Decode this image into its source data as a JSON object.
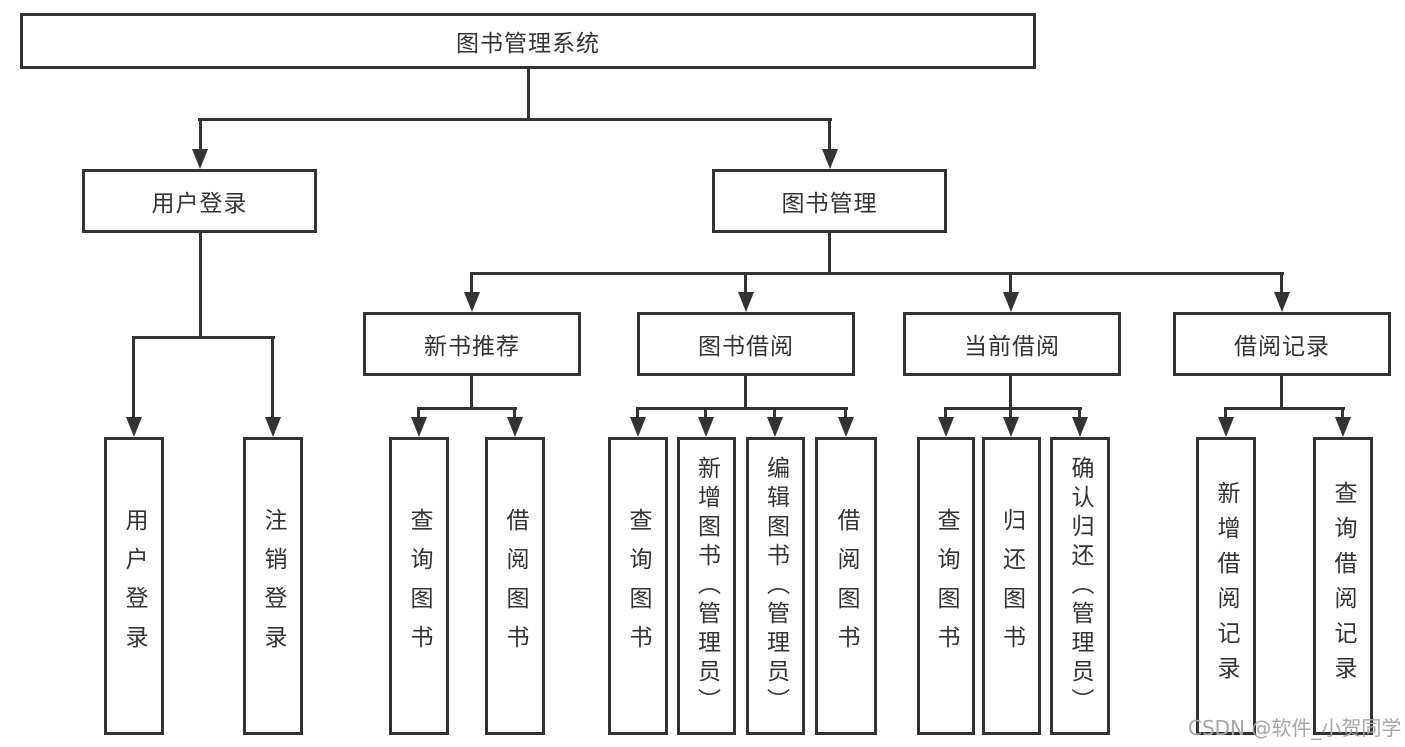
{
  "diagram": {
    "root": {
      "label": "图书管理系统"
    },
    "level2": [
      {
        "label": "用户登录"
      },
      {
        "label": "图书管理"
      }
    ],
    "level3": [
      {
        "label": "新书推荐",
        "parent": "图书管理"
      },
      {
        "label": "图书借阅",
        "parent": "图书管理"
      },
      {
        "label": "当前借阅",
        "parent": "图书管理"
      },
      {
        "label": "借阅记录",
        "parent": "图书管理"
      }
    ],
    "leaves": [
      {
        "label": "用户登录",
        "parent": "用户登录"
      },
      {
        "label": "注销登录",
        "parent": "用户登录"
      },
      {
        "label": "查询图书",
        "parent": "新书推荐"
      },
      {
        "label": "借阅图书",
        "parent": "新书推荐"
      },
      {
        "label": "查询图书",
        "parent": "图书借阅"
      },
      {
        "label": "新增图书（管理员）",
        "parent": "图书借阅"
      },
      {
        "label": "编辑图书（管理员）",
        "parent": "图书借阅"
      },
      {
        "label": "借阅图书",
        "parent": "图书借阅"
      },
      {
        "label": "查询图书",
        "parent": "当前借阅"
      },
      {
        "label": "归还图书",
        "parent": "当前借阅"
      },
      {
        "label": "确认归还（管理员）",
        "parent": "当前借阅"
      },
      {
        "label": "新增借阅记录",
        "parent": "借阅记录"
      },
      {
        "label": "查询借阅记录",
        "parent": "借阅记录"
      }
    ],
    "watermark": "CSDN @软件_小贺同学",
    "colors": {
      "line": "#333333",
      "box_border": "#333333",
      "text": "#333333",
      "watermark": "#a6a6a6",
      "background": "#ffffff"
    }
  }
}
